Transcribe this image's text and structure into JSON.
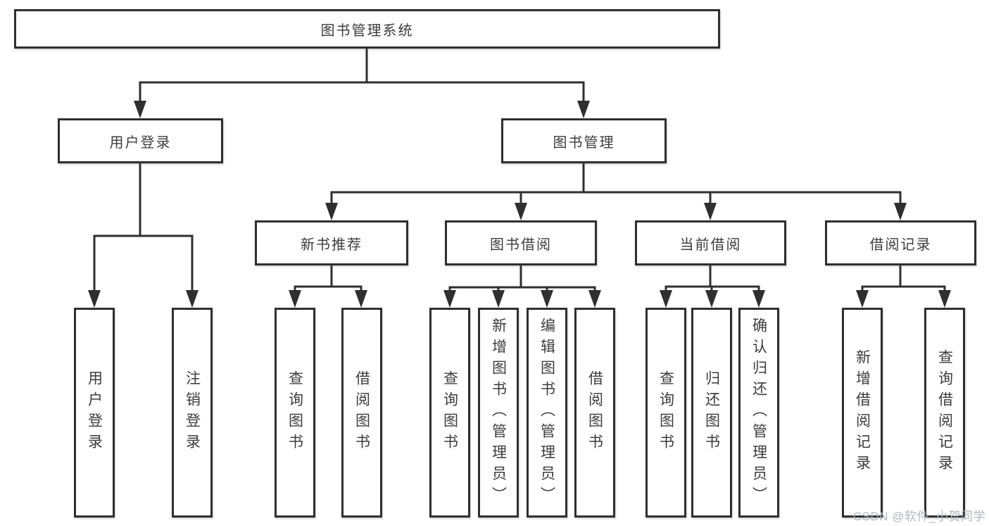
{
  "diagram": {
    "watermark": "CSDN @软件_小贺同学",
    "nodes": {
      "root": {
        "label": "图书管理系统"
      },
      "user_login": {
        "label": "用户登录"
      },
      "book_mgmt": {
        "label": "图书管理"
      },
      "new_book_rec": {
        "label": "新书推荐"
      },
      "book_borrow": {
        "label": "图书借阅"
      },
      "current_borrow": {
        "label": "当前借阅"
      },
      "borrow_records": {
        "label": "借阅记录"
      },
      "leaves": [
        {
          "label": "用户登录"
        },
        {
          "label": "注销登录"
        },
        {
          "label": "查询图书"
        },
        {
          "label": "借阅图书"
        },
        {
          "label": "查询图书"
        },
        {
          "label": "新增图书（管理员）"
        },
        {
          "label": "编辑图书（管理员）"
        },
        {
          "label": "借阅图书"
        },
        {
          "label": "查询图书"
        },
        {
          "label": "归还图书"
        },
        {
          "label": "确认归还（管理员）"
        },
        {
          "label": "新增借阅记录"
        },
        {
          "label": "查询借阅记录"
        }
      ]
    }
  }
}
